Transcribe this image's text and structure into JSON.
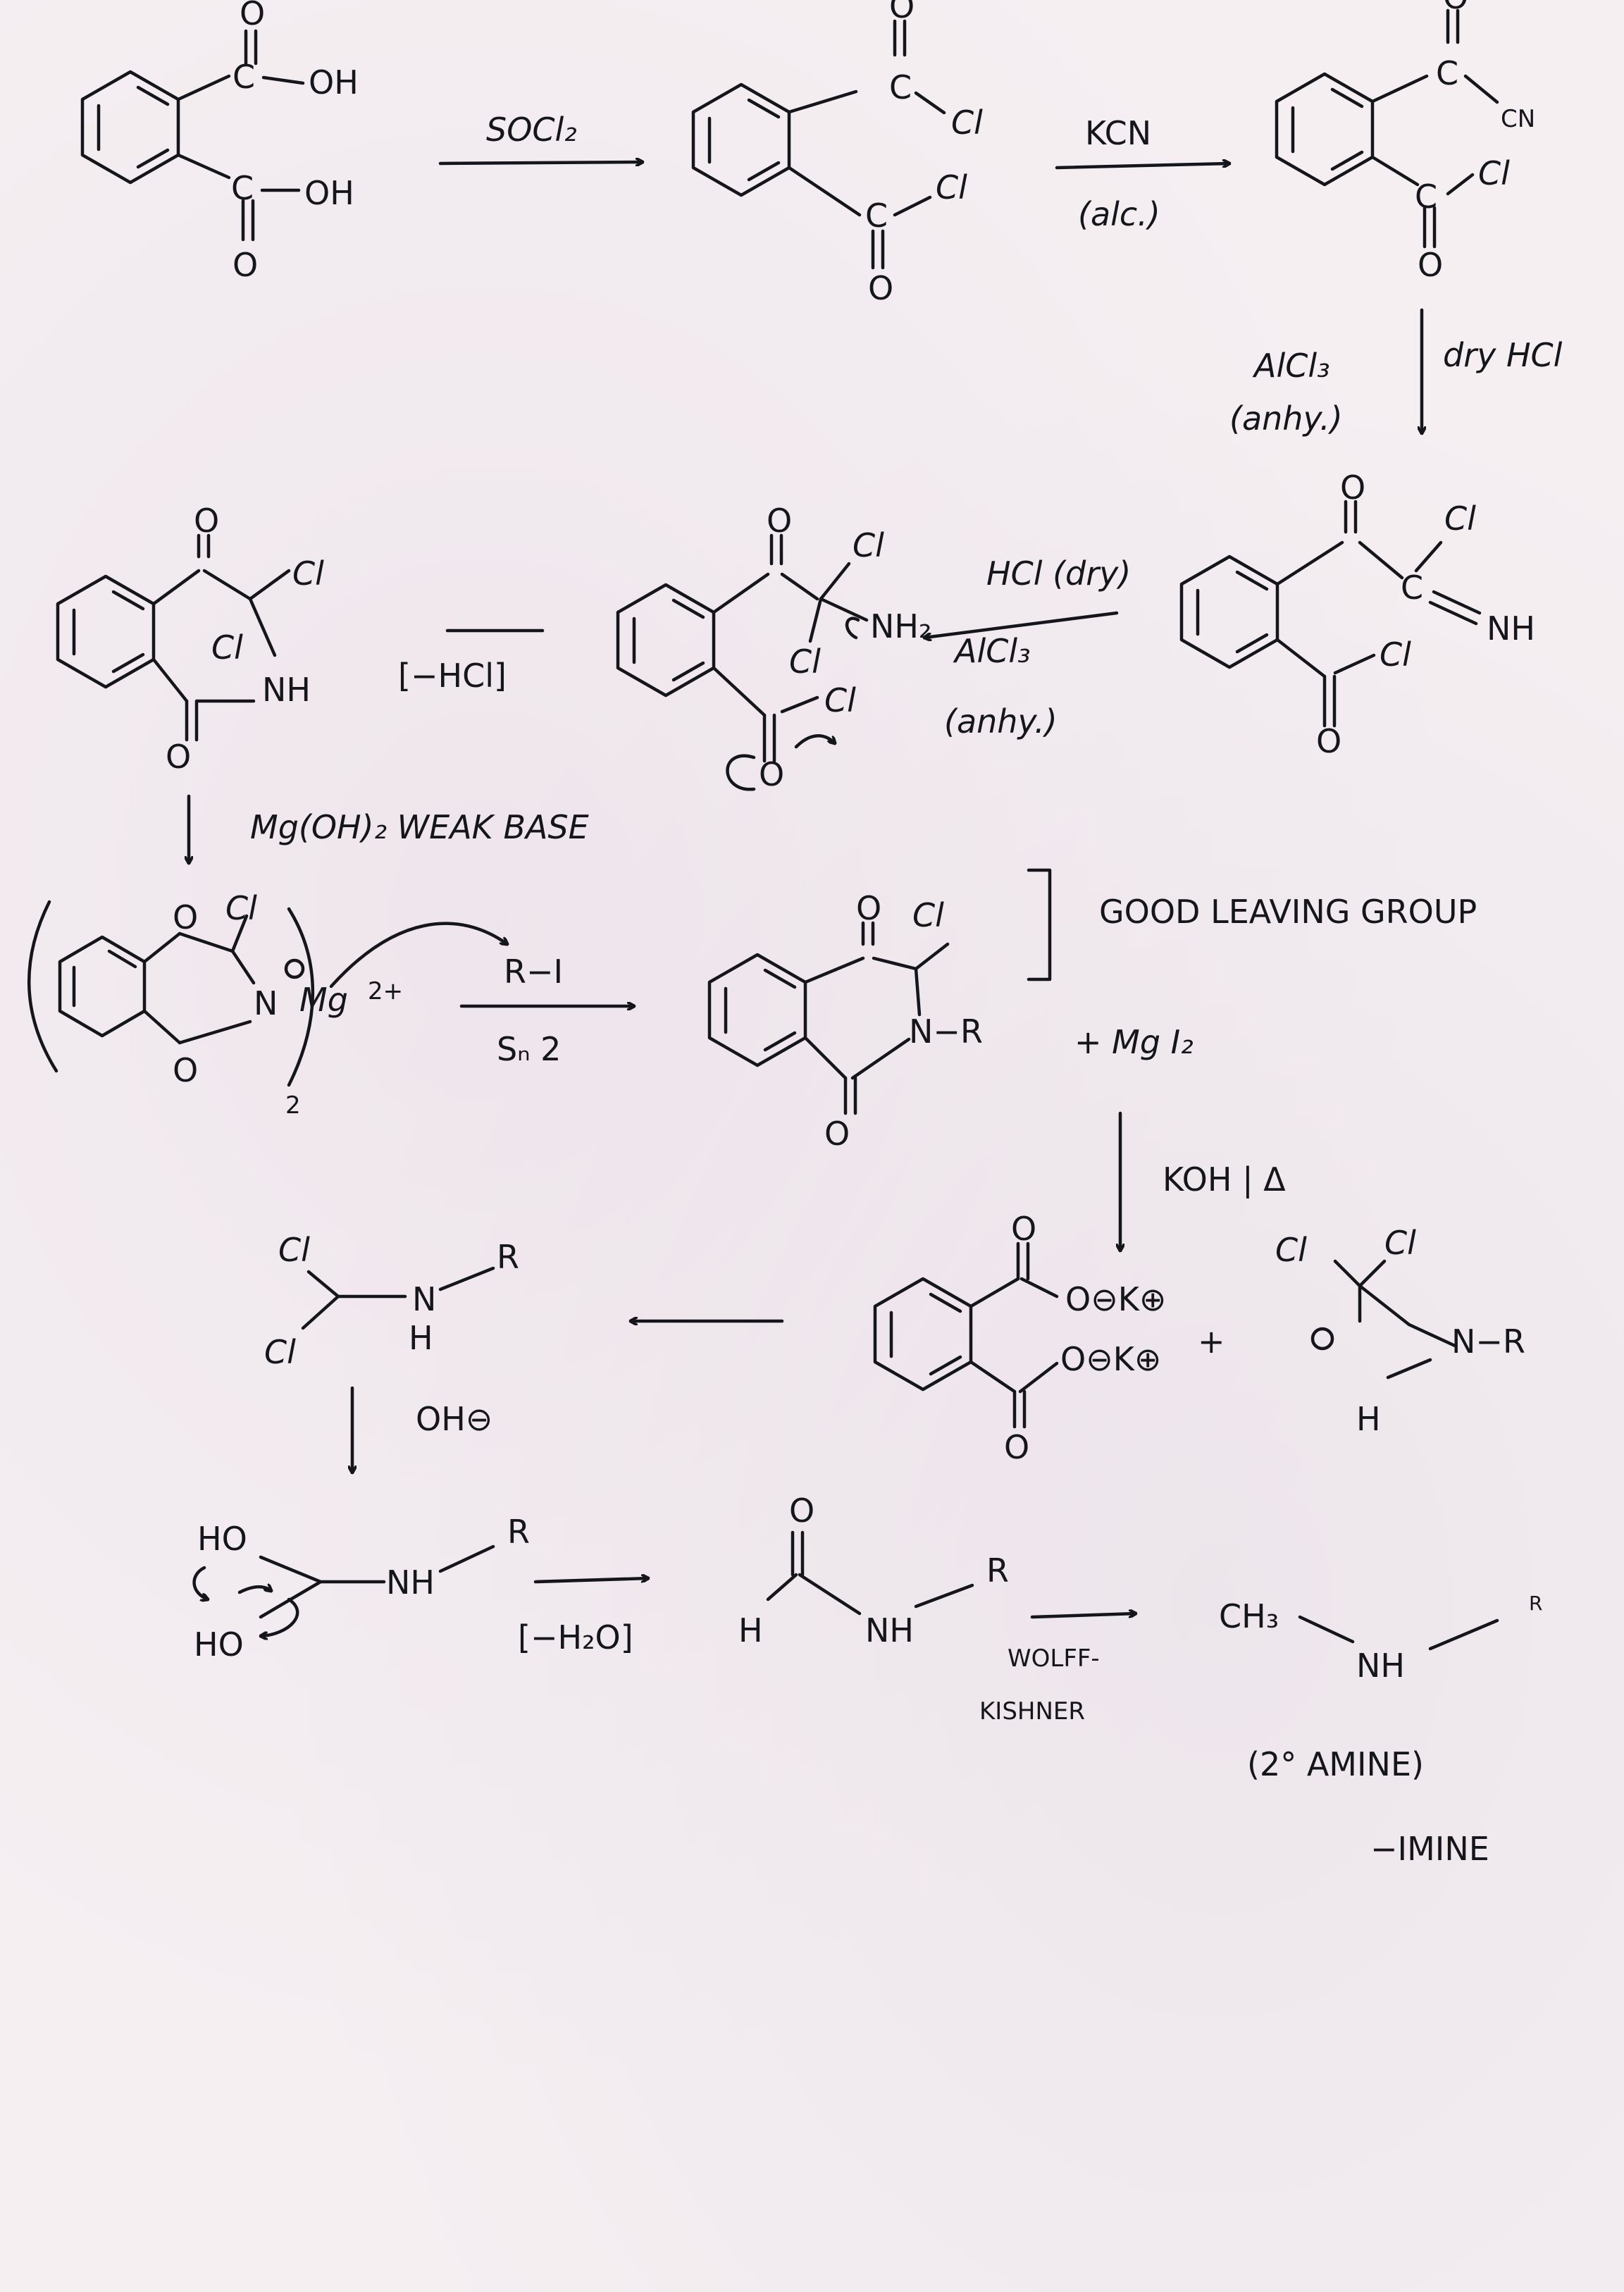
{
  "row1": {
    "phthalic_oh_top": "OH",
    "phthalic_oh_bottom": "OH",
    "phthalic_c": "C",
    "phthalic_o": "O",
    "reagent_1": "SOCl₂",
    "acyl_cl_1": "Cl",
    "acyl_cl_2": "Cl",
    "reagent_2_top": "KCN",
    "reagent_2_bottom": "(alc.)",
    "cn_group": "CN",
    "cl_right": "Cl"
  },
  "row2_arrow": {
    "left_label_1": "AlCl₃",
    "left_label_2": "(anhy.)",
    "right_label": "dry HCl"
  },
  "row2": {
    "imine_cl_top": "Cl",
    "imine_nh": "NH",
    "imine_cl_bottom": "Cl",
    "reagent_3_top": "HCl (dry)",
    "reagent_3_mid": "AlCl₃",
    "reagent_3_bottom": "(anhy.)",
    "amine_nh2": "NH₂",
    "amine_cl_1": "Cl",
    "amine_cl_2": "Cl",
    "amine_cl_3": "Cl",
    "elim_label": "[−HCl]",
    "ring_nh": "NH",
    "ring_cl_1": "Cl",
    "ring_cl_2": "Cl"
  },
  "row3": {
    "base_label": "Mg(OH)₂  WEAK BASE",
    "salt_n": "N",
    "salt_mg": "Mg",
    "salt_charge": "2+",
    "salt_subscript": "2",
    "salt_cl": "Cl",
    "alkyl_reagent": "R−I",
    "sn2": "Sₙ 2",
    "product_nr": "N−R",
    "product_cl": "Cl",
    "byproduct": "+ Mg I₂",
    "leaving_group_note": "GOOD LEAVING GROUP"
  },
  "row4": {
    "koh_label": "KOH | Δ",
    "carboxylate_1": "O⊖K⊕",
    "carboxylate_2": "O⊖K⊕",
    "plus": "+",
    "anion_n": "N−R",
    "anion_h": "H",
    "anion_cl": "Cl",
    "amine_n": "N",
    "amine_h": "H",
    "amine_r": "R",
    "amine_cl": "Cl",
    "oh_label": "OH⊖"
  },
  "row5": {
    "diol_ho_1": "HO",
    "diol_ho_2": "HO",
    "diol_nh": "NH",
    "diol_r": "R",
    "dehydration": "[−H₂O]",
    "formamide_h": "H",
    "formamide_o": "O",
    "formamide_nh": "NH",
    "formamide_r": "R",
    "wolff_1": "WOLFF-",
    "wolff_2": "KISHNER",
    "final_ch3": "CH₃",
    "final_nh": "NH",
    "final_r": "R",
    "note_1": "(2° AMINE)",
    "note_2": "−IMINE"
  }
}
